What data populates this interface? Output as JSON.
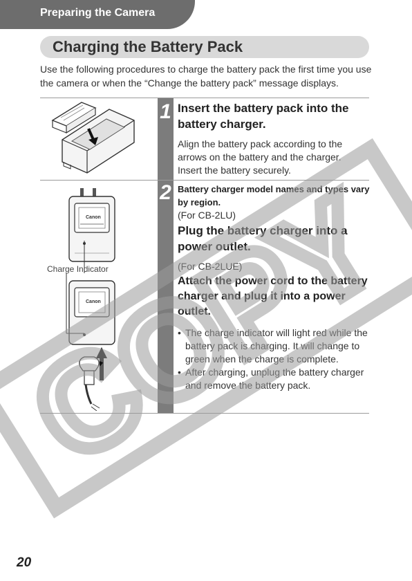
{
  "header": {
    "section": "Preparing the Camera"
  },
  "title": "Charging the Battery Pack",
  "intro": "Use the following procedures to charge the battery pack the first time you use the camera or when the “Change the battery pack” message displays.",
  "step1": {
    "number": "1",
    "heading": "Insert the battery pack into the battery charger.",
    "body": "Align the battery pack according to the arrows on the battery and the charger. Insert the battery securely."
  },
  "step2": {
    "number": "2",
    "note": "Battery charger model names and types vary by region.",
    "model_a": "(For CB-2LU)",
    "instruction_a": "Plug the battery charger into a power outlet.",
    "model_b": "(For CB-2LUE)",
    "instruction_b": "Attach the power cord to the battery charger and plug it into a power outlet.",
    "bullets": [
      "The charge indicator will light red while the battery pack is charging. It will change to green when the charge is complete.",
      "After charging, unplug the battery charger and remove the battery pack."
    ]
  },
  "illustrations": {
    "charge_indicator_label": "Charge Indicator",
    "charger_logo": "Canon"
  },
  "watermark": "COPY",
  "page_number": "20",
  "colors": {
    "tab": "#6d6d6d",
    "title_bar": "#d9d9d9",
    "step_bar": "#7c7c7c",
    "watermark": "#9a9a9a"
  }
}
